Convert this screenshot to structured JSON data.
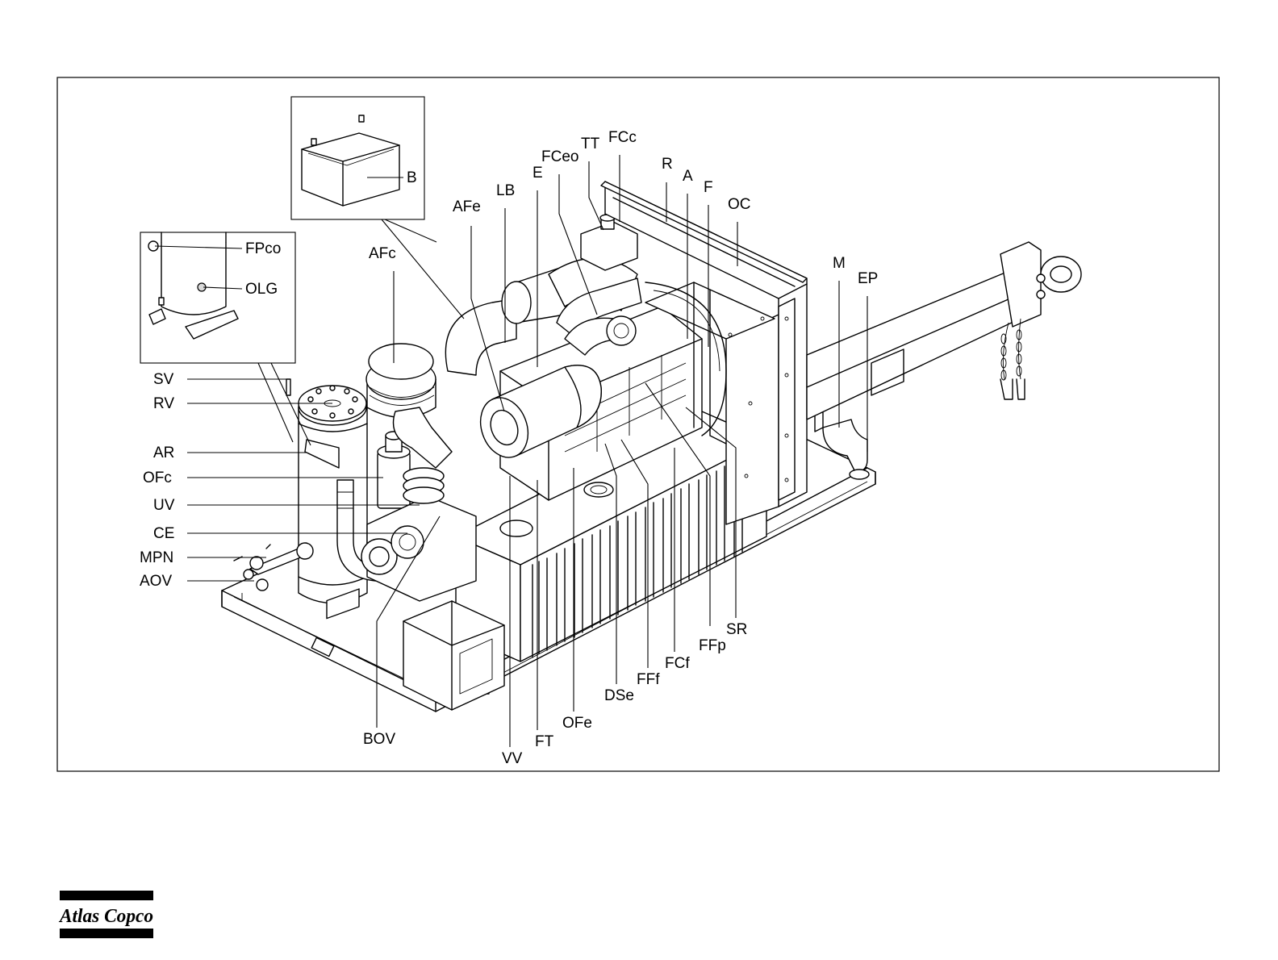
{
  "diagram": {
    "labels": {
      "B": "B",
      "FPco": "FPco",
      "OLG": "OLG",
      "SV": "SV",
      "RV": "RV",
      "AR": "AR",
      "OFc": "OFc",
      "UV": "UV",
      "CE": "CE",
      "MPN": "MPN",
      "AOV": "AOV",
      "AFc": "AFc",
      "AFe": "AFe",
      "LB": "LB",
      "E": "E",
      "FCeo": "FCeo",
      "TT": "TT",
      "FCc": "FCc",
      "R": "R",
      "A": "A",
      "F": "F",
      "OC": "OC",
      "M": "M",
      "EP": "EP",
      "SR": "SR",
      "FFp": "FFp",
      "FCf": "FCf",
      "FFf": "FFf",
      "DSe": "DSe",
      "OFe": "OFe",
      "FT": "FT",
      "VV": "VV",
      "BOV": "BOV"
    }
  },
  "logo": {
    "text": "Atlas Copco"
  }
}
